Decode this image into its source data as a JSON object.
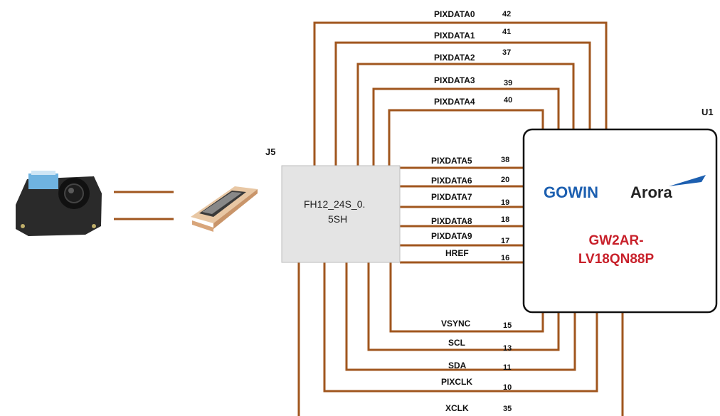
{
  "colors": {
    "wire": "#a0561e",
    "chip_text": "#c8202a",
    "gowin_blue": "#1c5fb0"
  },
  "labels": {
    "j5_ref": "J5",
    "u1_ref": "U1",
    "connector_part_line1": "FH12_24S_0.",
    "connector_part_line2": "5SH",
    "chip_name_line1": "GW2AR-",
    "chip_name_line2": "LV18QN88P",
    "logo_gowin": "GOWIN",
    "logo_arora": "Arora"
  },
  "icons": {
    "camera": "camera-module-icon",
    "ffc": "ffc-connector-icon"
  },
  "signals": [
    {
      "name": "PIXDATA0",
      "pin": "42"
    },
    {
      "name": "PIXDATA1",
      "pin": "41"
    },
    {
      "name": "PIXDATA2",
      "pin": "37"
    },
    {
      "name": "PIXDATA3",
      "pin": "39"
    },
    {
      "name": "PIXDATA4",
      "pin": "40"
    },
    {
      "name": "PIXDATA5",
      "pin": "38"
    },
    {
      "name": "PIXDATA6",
      "pin": "20"
    },
    {
      "name": "PIXDATA7",
      "pin": "19"
    },
    {
      "name": "PIXDATA8",
      "pin": "18"
    },
    {
      "name": "PIXDATA9",
      "pin": "17"
    },
    {
      "name": "HREF",
      "pin": "16"
    },
    {
      "name": "VSYNC",
      "pin": "15"
    },
    {
      "name": "SCL",
      "pin": "13"
    },
    {
      "name": "SDA",
      "pin": "11"
    },
    {
      "name": "PIXCLK",
      "pin": "10"
    },
    {
      "name": "XCLK",
      "pin": "35"
    }
  ]
}
